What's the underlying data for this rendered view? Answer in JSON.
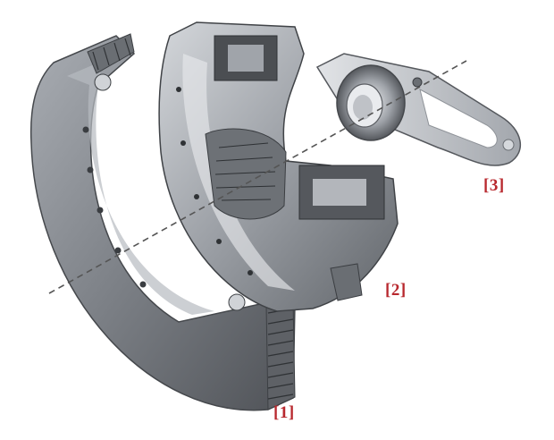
{
  "labels": {
    "flywheel": "[1]",
    "clutch_assembly": "[2]",
    "release_bearing": "[3]"
  },
  "colors": {
    "label": "#b8282e",
    "axis_line": "#555555",
    "metal_dark": "#5a5d62",
    "metal_mid": "#8c9096",
    "metal_light": "#c9ccd1",
    "background": "#ffffff"
  }
}
